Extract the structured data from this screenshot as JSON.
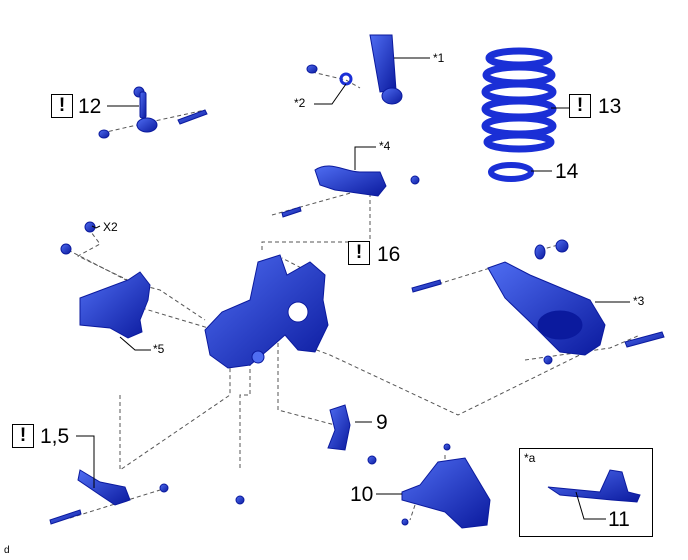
{
  "colors": {
    "part": "#1a2fd6",
    "part_dark": "#0b1a9e",
    "part_light": "#4f6df2",
    "line": "#000000",
    "dash": "#555555"
  },
  "labels": {
    "warn_glyph": "!",
    "p12": "12",
    "p13": "13",
    "p14": "14",
    "p16": "16",
    "p9": "9",
    "p10": "10",
    "p11": "11",
    "p15": "1,5",
    "a1": "*1",
    "a2": "*2",
    "a3": "*3",
    "a4": "*4",
    "a5": "*5",
    "inset": "*a",
    "x2": "X2",
    "corner": "d"
  }
}
